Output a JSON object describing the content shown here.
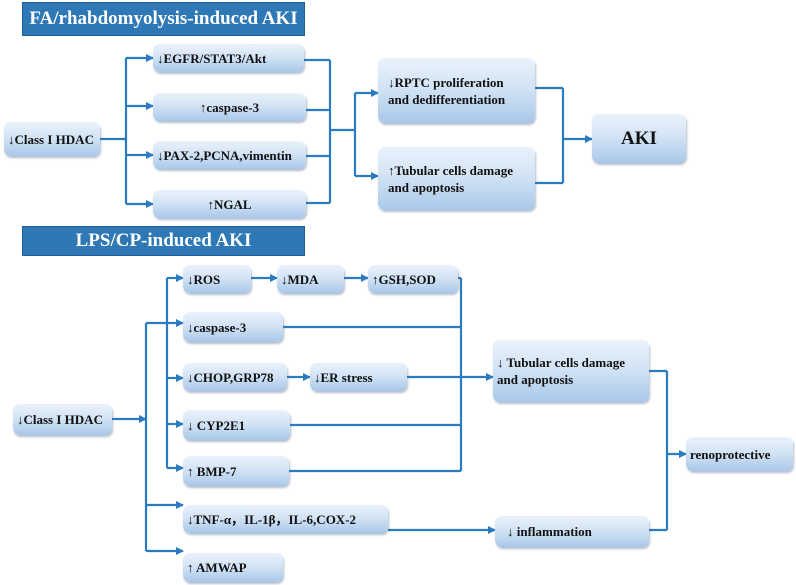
{
  "section1": {
    "header": "FA/rhabdomyolysis-induced AKI",
    "source": "↓Class I HDAC",
    "effects": [
      "↓EGFR/STAT3/Akt",
      "↑caspase-3",
      "↓PAX-2,PCNA,vimentin",
      "↑NGAL"
    ],
    "outcomes": [
      "↓RPTC proliferation and dedifferentiation",
      "↑Tubular  cells damage and apoptosis"
    ],
    "result": "AKI"
  },
  "section2": {
    "header": "LPS/CP-induced AKI",
    "source": "↓Class I HDAC",
    "ros": "↓ROS",
    "mda": "↓MDA",
    "gsh": "↑GSH,SOD",
    "caspase": "↓caspase-3",
    "chop": "↓CHOP,GRP78",
    "er": "↓ER stress",
    "cyp": "↓ CYP2E1",
    "bmp": "↑ BMP-7",
    "tnf": "↓TNF-α，IL-1β，IL-6,COX-2",
    "amwap": "↑ AMWAP",
    "damage": "↓ Tubular  cells damage and apoptosis",
    "inflammation": "↓ inflammation",
    "result": "renoprotective"
  },
  "colors": {
    "line": "#2a7bc0",
    "header_bg": "#2e78b6",
    "node_light": "#eaf2fb",
    "node_dark": "#a9c8ea"
  }
}
